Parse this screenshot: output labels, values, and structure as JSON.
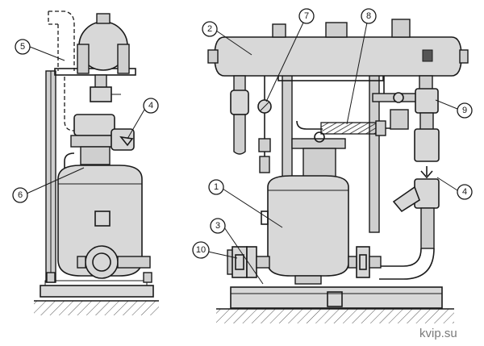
{
  "callouts": {
    "c1": "1",
    "c2": "2",
    "c3": "3",
    "c4_left": "4",
    "c4_right": "4",
    "c5": "5",
    "c6": "6",
    "c7": "7",
    "c8": "8",
    "c9": "9",
    "c10": "10"
  },
  "watermark": "kvip.su",
  "colors": {
    "line": "#1a1a1a",
    "fill": "#d8d8d8",
    "watermark": "#7a7a7a"
  }
}
